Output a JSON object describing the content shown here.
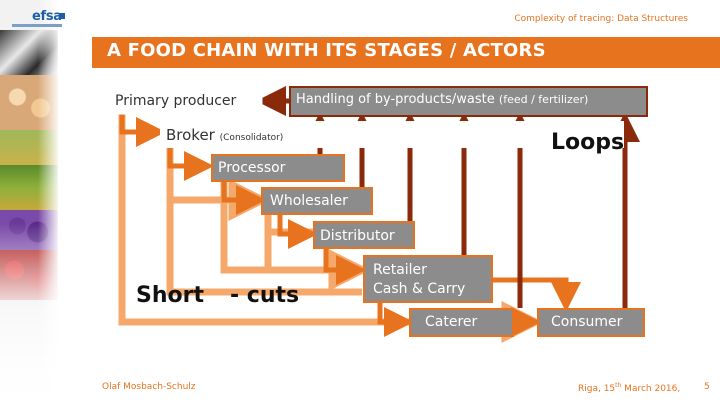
{
  "header": {
    "subtitle": "Complexity of tracing: Data Structures",
    "logo": "efsa",
    "title": "A FOOD CHAIN WITH ITS STAGES / ACTORS"
  },
  "diagram": {
    "nodes": {
      "primary": "Primary producer",
      "handling": "Handling of by-products/waste",
      "handling_note": "(feed / fertilizer)",
      "broker": "Broker",
      "broker_note": "(Consolidator)",
      "processor": "Processor",
      "wholesaler": "Wholesaler",
      "distributor": "Distributor",
      "retailer_line1": "Retailer",
      "retailer_line2": "Cash & Carry",
      "caterer": "Caterer",
      "consumer": "Consumer"
    },
    "annotations": {
      "loops": "Loops",
      "short": "Short",
      "cuts": "- cuts"
    },
    "colors": {
      "accent": "#e8731f",
      "light_path": "#f5a86a",
      "box_fill": "#8c8c8c",
      "loop_arrow": "#8a2a0a"
    }
  },
  "footer": {
    "author": "Olaf Mosbach-Schulz",
    "date_prefix": "Riga, 15",
    "date_sup": "th",
    "date_suffix": " March 2016,",
    "page": "5"
  }
}
